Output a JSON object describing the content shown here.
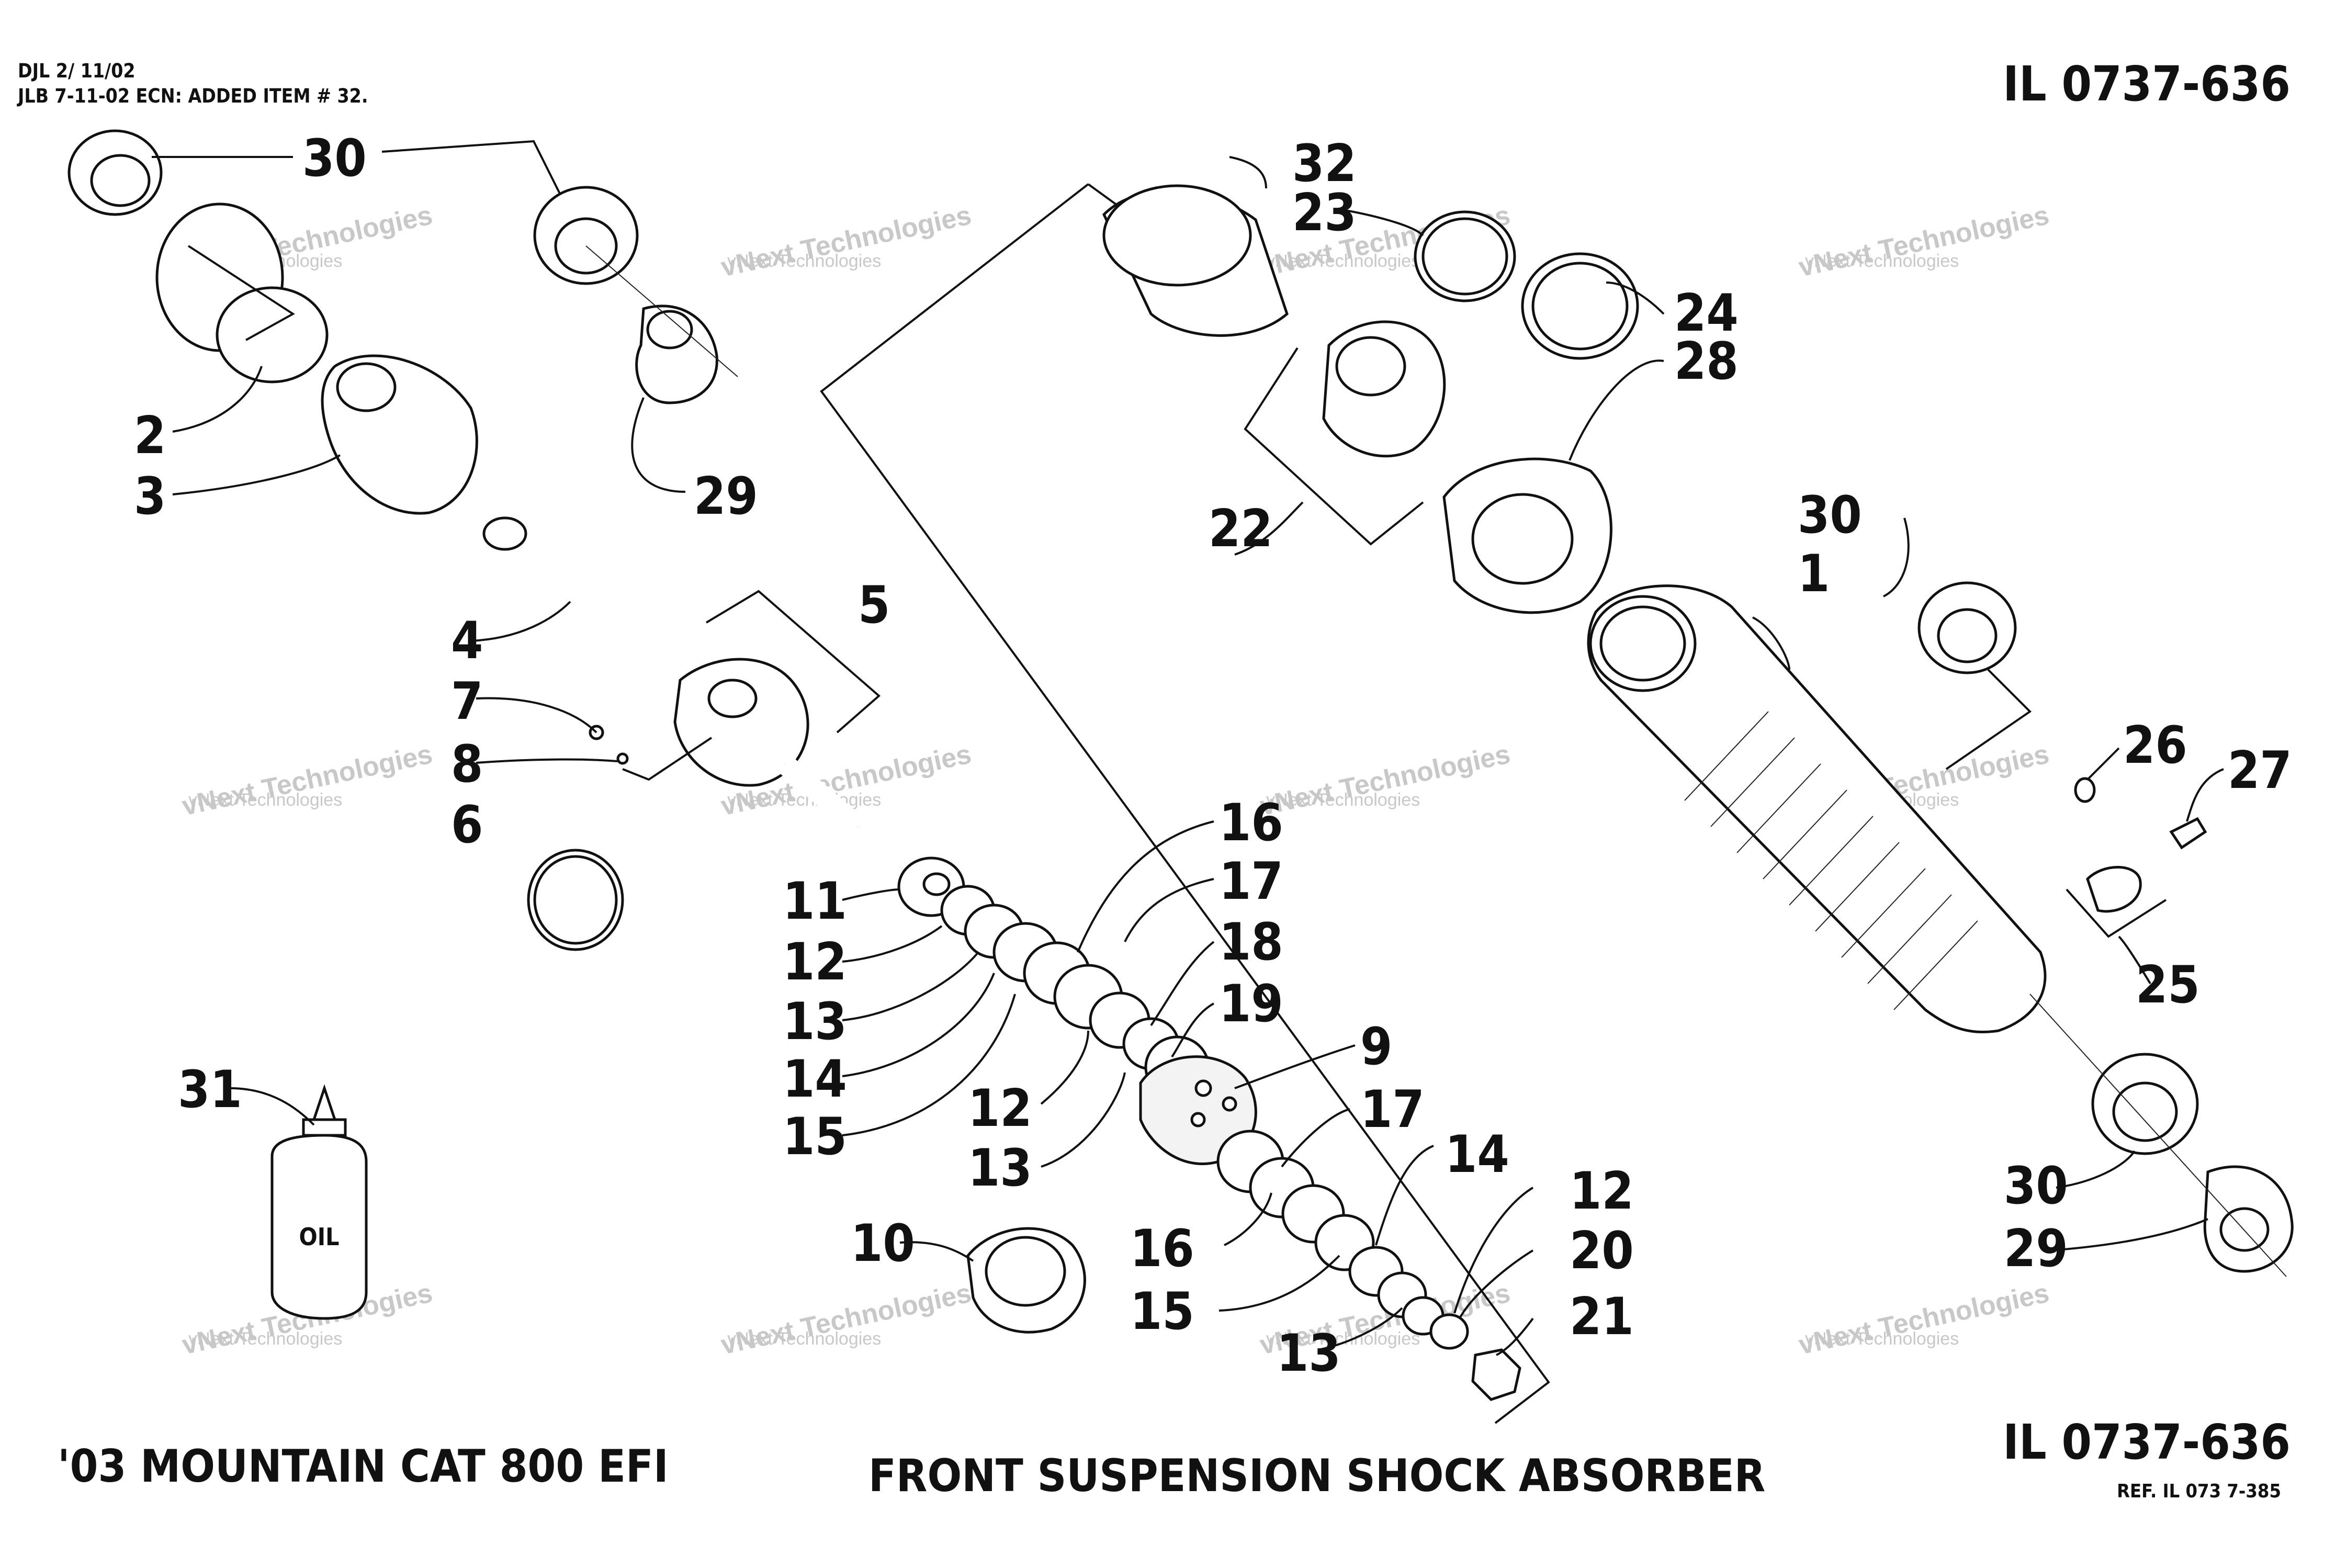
{
  "header": {
    "note_line1": "DJL 2/ 11/02",
    "note_line2": "JLB 7-11-02 ECN: ADDED ITEM # 32.",
    "illustration_number": "IL 0737-636"
  },
  "footer": {
    "model": "'03 MOUNTAIN CAT  800 EFI",
    "title": "FRONT SUSPENSION SHOCK ABSORBER",
    "illustration_number": "IL 0737-636",
    "reference": "REF. IL 073 7-385"
  },
  "oil_bottle_label": "OIL",
  "watermark": {
    "line1": "vNext Technologies",
    "line2": "vNext Technologies"
  },
  "callouts": [
    {
      "id": "c30a",
      "label": "30"
    },
    {
      "id": "c2",
      "label": "2"
    },
    {
      "id": "c3",
      "label": "3"
    },
    {
      "id": "c29a",
      "label": "29"
    },
    {
      "id": "c4",
      "label": "4"
    },
    {
      "id": "c5",
      "label": "5"
    },
    {
      "id": "c7",
      "label": "7"
    },
    {
      "id": "c8",
      "label": "8"
    },
    {
      "id": "c6",
      "label": "6"
    },
    {
      "id": "c32",
      "label": "32"
    },
    {
      "id": "c23",
      "label": "23"
    },
    {
      "id": "c24",
      "label": "24"
    },
    {
      "id": "c28",
      "label": "28"
    },
    {
      "id": "c22",
      "label": "22"
    },
    {
      "id": "c30b",
      "label": "30"
    },
    {
      "id": "c1",
      "label": "1"
    },
    {
      "id": "c26",
      "label": "26"
    },
    {
      "id": "c27",
      "label": "27"
    },
    {
      "id": "c25",
      "label": "25"
    },
    {
      "id": "c30c",
      "label": "30"
    },
    {
      "id": "c29b",
      "label": "29"
    },
    {
      "id": "c16a",
      "label": "16"
    },
    {
      "id": "c17a",
      "label": "17"
    },
    {
      "id": "c18",
      "label": "18"
    },
    {
      "id": "c19",
      "label": "19"
    },
    {
      "id": "c9",
      "label": "9"
    },
    {
      "id": "c17b",
      "label": "17"
    },
    {
      "id": "c14b",
      "label": "14"
    },
    {
      "id": "c12c",
      "label": "12"
    },
    {
      "id": "c20",
      "label": "20"
    },
    {
      "id": "c21",
      "label": "21"
    },
    {
      "id": "c11",
      "label": "11"
    },
    {
      "id": "c12a",
      "label": "12"
    },
    {
      "id": "c13a",
      "label": "13"
    },
    {
      "id": "c14a",
      "label": "14"
    },
    {
      "id": "c15a",
      "label": "15"
    },
    {
      "id": "c12b",
      "label": "12"
    },
    {
      "id": "c13b",
      "label": "13"
    },
    {
      "id": "c10",
      "label": "10"
    },
    {
      "id": "c16b",
      "label": "16"
    },
    {
      "id": "c15b",
      "label": "15"
    },
    {
      "id": "c13c",
      "label": "13"
    },
    {
      "id": "c31",
      "label": "31"
    }
  ]
}
